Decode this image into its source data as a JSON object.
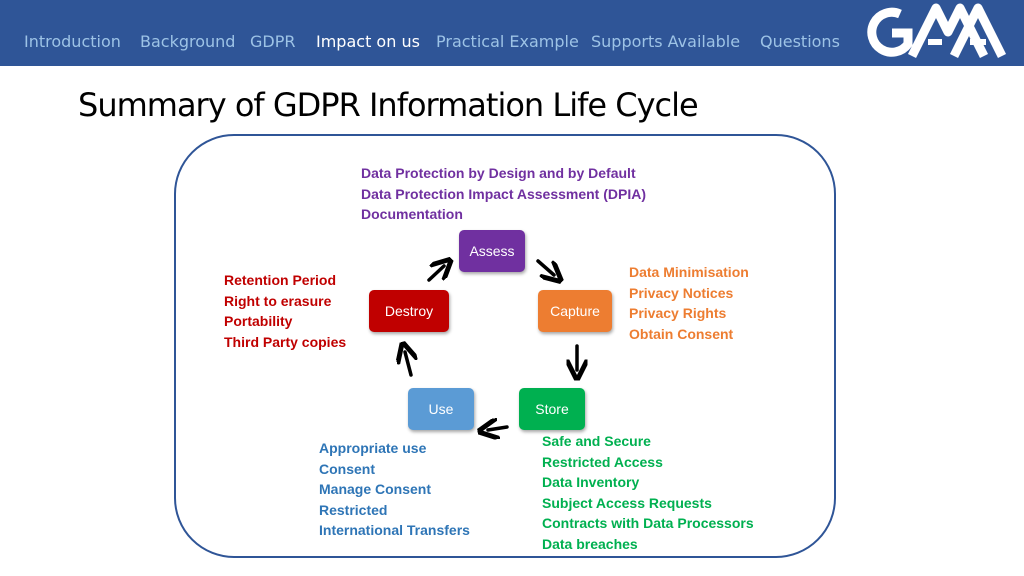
{
  "nav": {
    "items": [
      {
        "label": "Introduction"
      },
      {
        "label": "Background"
      },
      {
        "label": "GDPR"
      },
      {
        "label": "Impact on us"
      },
      {
        "label": "Practical Example"
      },
      {
        "label": "Supports Available"
      },
      {
        "label": "Questions"
      }
    ],
    "active_index": 3,
    "logo": "GAA"
  },
  "title": "Summary of GDPR Information Life Cycle",
  "cycle": {
    "stages": [
      {
        "id": "assess",
        "label": "Assess",
        "color": "#7030a0"
      },
      {
        "id": "capture",
        "label": "Capture",
        "color": "#ed7d31"
      },
      {
        "id": "store",
        "label": "Store",
        "color": "#00b050"
      },
      {
        "id": "use",
        "label": "Use",
        "color": "#5b9bd5"
      },
      {
        "id": "destroy",
        "label": "Destroy",
        "color": "#c00000"
      }
    ],
    "notes": {
      "assess": [
        "Data Protection by Design and by Default",
        "Data Protection Impact Assessment (DPIA)",
        "Documentation"
      ],
      "capture": [
        "Data Minimisation",
        "Privacy Notices",
        "Privacy Rights",
        "Obtain Consent"
      ],
      "store": [
        "Safe and Secure",
        "Restricted Access",
        "Data Inventory",
        "Subject Access Requests",
        "Contracts with Data Processors",
        "Data breaches"
      ],
      "use": [
        "Appropriate use",
        "Consent",
        "Manage Consent",
        "Restricted",
        "International Transfers"
      ],
      "destroy": [
        "Retention Period",
        "Right to erasure",
        "Portability",
        "Third Party copies"
      ]
    }
  },
  "colors": {
    "header_bg": "#2f5597",
    "nav_text": "#9dc3e6",
    "nav_active": "#ffffff",
    "frame": "#2f5597"
  }
}
